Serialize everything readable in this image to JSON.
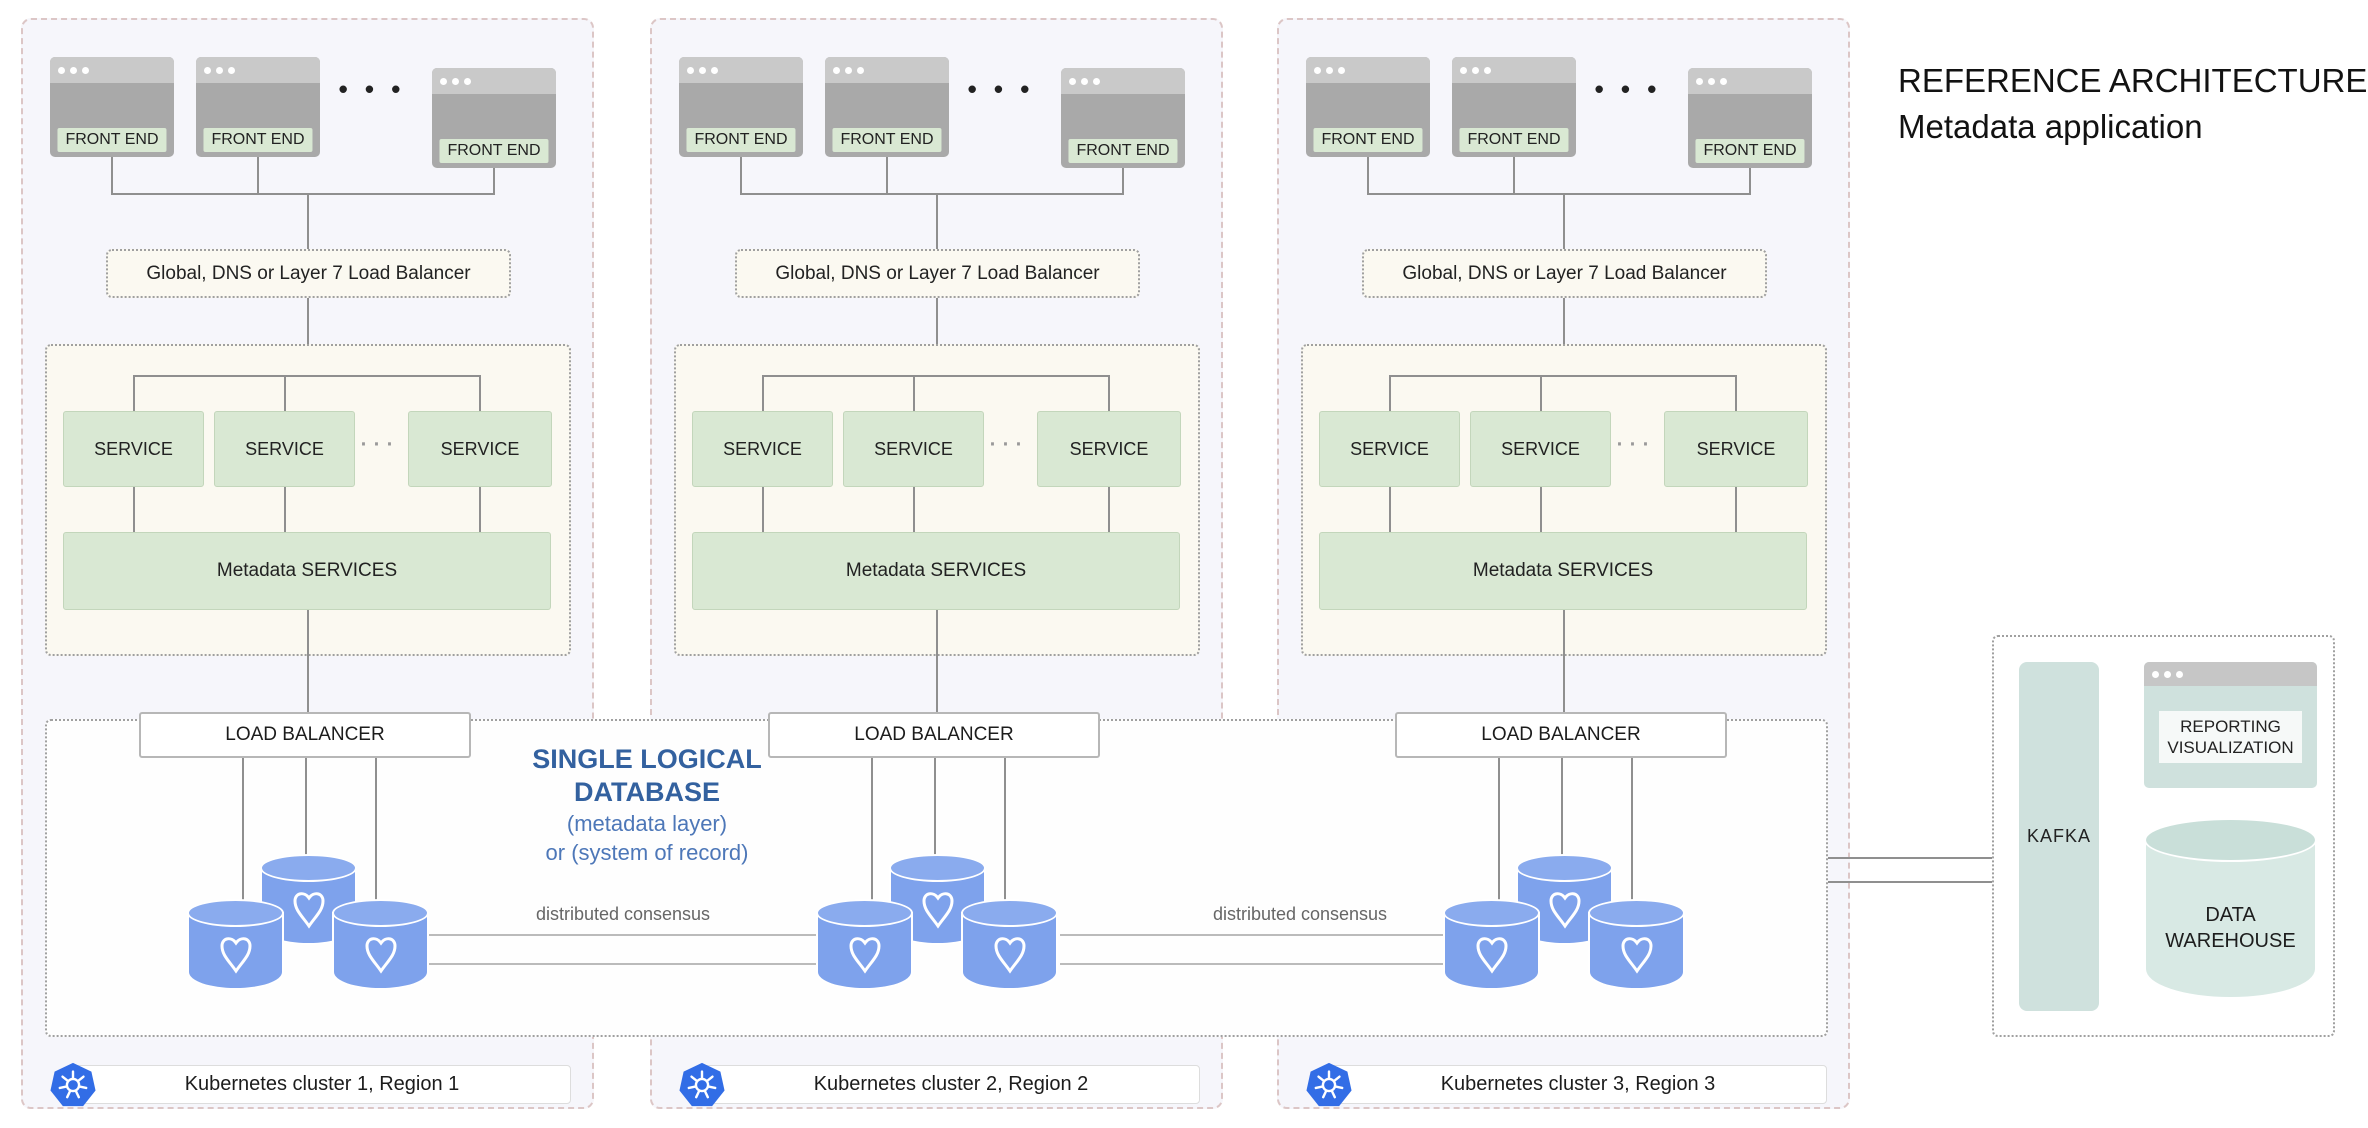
{
  "title": {
    "line1": "REFERENCE ARCHITECTURE",
    "line2": "Metadata application"
  },
  "cluster_common": {
    "front_end": "FRONT END",
    "frontend_ellipsis": "• • •",
    "global_lb": "Global, DNS or Layer 7 Load Balancer",
    "service": "SERVICE",
    "service_ellipsis": "···",
    "metadata_services": "Metadata SERVICES",
    "load_balancer": "LOAD BALANCER"
  },
  "clusters": [
    {
      "label": "Kubernetes cluster 1, Region 1"
    },
    {
      "label": "Kubernetes cluster 2, Region 2"
    },
    {
      "label": "Kubernetes cluster 3, Region 3"
    }
  ],
  "single_logical_database": {
    "line1": "SINGLE LOGICAL",
    "line2": "DATABASE",
    "line3": "(metadata layer)",
    "line4": "or (system of record)"
  },
  "consensus_label": "distributed consensus",
  "right_panel": {
    "kafka": "KAFKA",
    "reporting_line1": "REPORTING",
    "reporting_line2": "VISUALIZATION",
    "warehouse_line1": "DATA",
    "warehouse_line2": "WAREHOUSE"
  },
  "colors": {
    "cluster_bg": "#f6f6fb",
    "cluster_border": "#dcc6c6",
    "green": "#d9e8d3",
    "cream": "#fbf9f1",
    "db_blue": "#7ea2ec",
    "k8s_blue": "#326de6",
    "teal": "#cfe1dd",
    "accent_blue": "#33619f",
    "line_gray": "#8f8f8f"
  }
}
